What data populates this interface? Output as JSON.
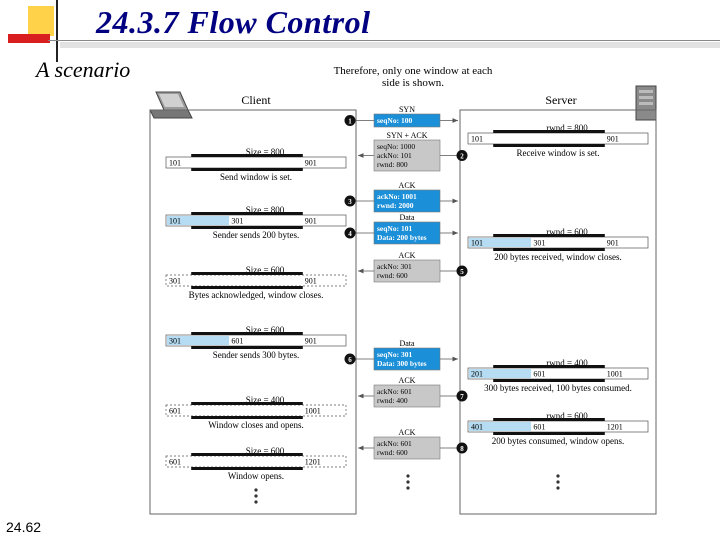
{
  "slide": {
    "title": "24.3.7  Flow Control",
    "subtitle": "A scenario",
    "page_number": "24.62"
  },
  "note": [
    "Therefore, only one window at each",
    "side is shown."
  ],
  "client_label": "Client",
  "server_label": "Server",
  "segments": [
    {
      "step": "1",
      "label": "SYN",
      "lines": [
        "seqNo: 100"
      ],
      "dir": "to-server",
      "style": "blue"
    },
    {
      "step": "2",
      "label": "SYN + ACK",
      "lines": [
        "seqNo: 1000",
        "ackNo: 101",
        "rwnd: 800"
      ],
      "dir": "to-client",
      "style": "gray"
    },
    {
      "step": "3",
      "label": "ACK",
      "lines": [
        "ackNo: 1001",
        "rwnd: 2000"
      ],
      "dir": "to-server",
      "style": "blue"
    },
    {
      "step": "4",
      "label": "Data",
      "lines": [
        "seqNo: 101",
        "Data: 200 bytes"
      ],
      "dir": "to-server",
      "style": "blue"
    },
    {
      "step": "5",
      "label": "ACK",
      "lines": [
        "ackNo: 301",
        "rwnd: 600"
      ],
      "dir": "to-client",
      "style": "gray"
    },
    {
      "step": "6",
      "label": "Data",
      "lines": [
        "seqNo: 301",
        "Data: 300 bytes"
      ],
      "dir": "to-server",
      "style": "blue"
    },
    {
      "step": "7",
      "label": "ACK",
      "lines": [
        "ackNo: 601",
        "rwnd: 400"
      ],
      "dir": "to-client",
      "style": "gray"
    },
    {
      "step": "8",
      "label": "ACK",
      "lines": [
        "ackNo: 601",
        "rwnd: 600"
      ],
      "dir": "to-client",
      "style": "gray"
    }
  ],
  "client_windows": [
    {
      "size_label": "Size = 800",
      "left": "101",
      "mid": "",
      "right": "901",
      "caption": "Send window is set.",
      "dashed": false,
      "blue": false
    },
    {
      "size_label": "Size = 800",
      "left": "101",
      "mid": "301",
      "right": "901",
      "caption": "Sender sends 200 bytes.",
      "dashed": false,
      "blue": true
    },
    {
      "size_label": "Size = 600",
      "left": "301",
      "mid": "",
      "right": "901",
      "caption": "Bytes acknowledged, window closes.",
      "dashed": true,
      "blue": false
    },
    {
      "size_label": "Size = 600",
      "left": "301",
      "mid": "601",
      "right": "901",
      "caption": "Sender sends 300 bytes.",
      "dashed": false,
      "blue": true
    },
    {
      "size_label": "Size = 400",
      "left": "601",
      "mid": "",
      "right": "1001",
      "caption": "Window closes and opens.",
      "dashed": true,
      "blue": false
    },
    {
      "size_label": "Size = 600",
      "left": "601",
      "mid": "",
      "right": "1201",
      "caption": "Window opens.",
      "dashed": true,
      "blue": false
    }
  ],
  "server_windows": [
    {
      "size_label": "rwnd = 800",
      "left": "101",
      "mid": "",
      "right": "901",
      "caption": "Receive window is set.",
      "blue": false
    },
    {
      "size_label": "rwnd = 600",
      "left": "101",
      "mid": "301",
      "right": "901",
      "caption": "200 bytes received, window closes.",
      "blue": true
    },
    {
      "size_label": "rwnd = 400",
      "left": "201",
      "mid": "601",
      "right": "1001",
      "caption": "300 bytes received, 100 bytes consumed.",
      "blue": true
    },
    {
      "size_label": "rwnd = 600",
      "left": "401",
      "mid": "601",
      "right": "1201",
      "caption": "200 bytes consumed, window opens.",
      "blue": true
    }
  ],
  "colors": {
    "title": "#000080",
    "blue_box": "#1b8fd8",
    "light_blue": "#b5dcf2",
    "gray_box": "#c8c8c8",
    "accent_yellow": "#ffd24a",
    "accent_red": "#d81e1e"
  }
}
